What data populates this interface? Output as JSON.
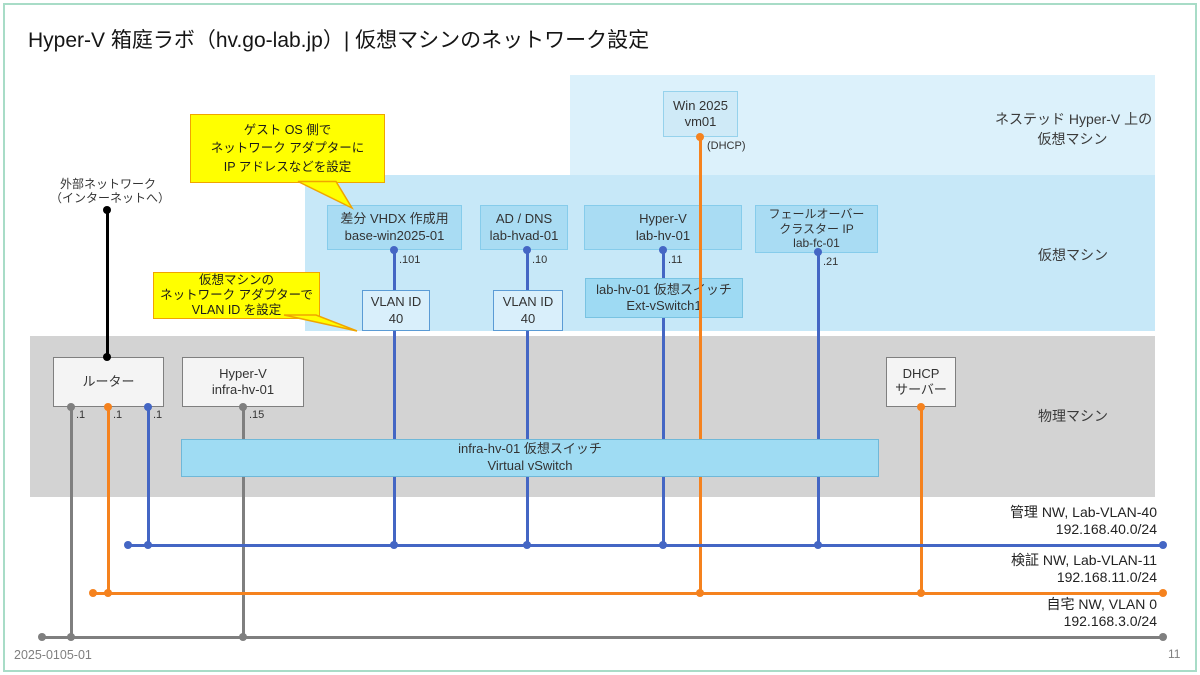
{
  "title": "Hyper-V 箱庭ラボ（hv.go-lab.jp）| 仮想マシンのネットワーク設定",
  "footer": {
    "doc_id": "2025-0105-01",
    "page": "11"
  },
  "zones": {
    "nested": {
      "line1": "ネステッド Hyper-V 上の",
      "line2": "仮想マシン"
    },
    "vm": {
      "label": "仮想マシン"
    },
    "physical": {
      "label": "物理マシン"
    }
  },
  "external": {
    "line1": "外部ネットワーク",
    "line2": "（インターネットへ）"
  },
  "callouts": {
    "guest_os": {
      "line1": "ゲスト OS 側で",
      "line2": "ネットワーク アダプターに",
      "line3": "IP アドレスなどを設定"
    },
    "vlan": {
      "line1": "仮想マシンの",
      "line2": "ネットワーク アダプターで",
      "line3": "VLAN ID を設定"
    }
  },
  "nodes": {
    "vm01": {
      "line1": "Win 2025",
      "line2": "vm01",
      "ip": "(DHCP)"
    },
    "base": {
      "line1": "差分 VHDX 作成用",
      "line2": "base-win2025-01",
      "ip": ".101"
    },
    "hvad": {
      "line1": "AD / DNS",
      "line2": "lab-hvad-01",
      "ip": ".10"
    },
    "hv": {
      "line1": "Hyper-V",
      "line2": "lab-hv-01",
      "ip": ".11"
    },
    "fc": {
      "line1": "フェールオーバー",
      "line2": "クラスター IP",
      "line3": "lab-fc-01",
      "ip": ".21"
    },
    "vlan1": {
      "line1": "VLAN ID",
      "line2": "40"
    },
    "vlan2": {
      "line1": "VLAN ID",
      "line2": "40"
    },
    "extsw": {
      "line1": "lab-hv-01 仮想スイッチ",
      "line2": "Ext-vSwitch1"
    },
    "router": {
      "label": "ルーター",
      "ips": [
        ".1",
        ".1",
        ".1"
      ]
    },
    "infra": {
      "line1": "Hyper-V",
      "line2": "infra-hv-01",
      "ip": ".15"
    },
    "dhcp": {
      "line1": "DHCP",
      "line2": "サーバー"
    },
    "vswitch": {
      "line1": "infra-hv-01 仮想スイッチ",
      "line2": "Virtual vSwitch"
    }
  },
  "networks": [
    {
      "name": "管理 NW, Lab-VLAN-40",
      "subnet": "192.168.40.0/24",
      "color": "#4466c4"
    },
    {
      "name": "検証 NW, Lab-VLAN-11",
      "subnet": "192.168.11.0/24",
      "color": "#f5821e"
    },
    {
      "name": "自宅 NW, VLAN 0",
      "subnet": "192.168.3.0/24",
      "color": "#7f7f7f"
    }
  ],
  "colors": {
    "blue": "#4466c4",
    "orange": "#f5821e",
    "gray": "#7f7f7f",
    "black": "#000000"
  }
}
